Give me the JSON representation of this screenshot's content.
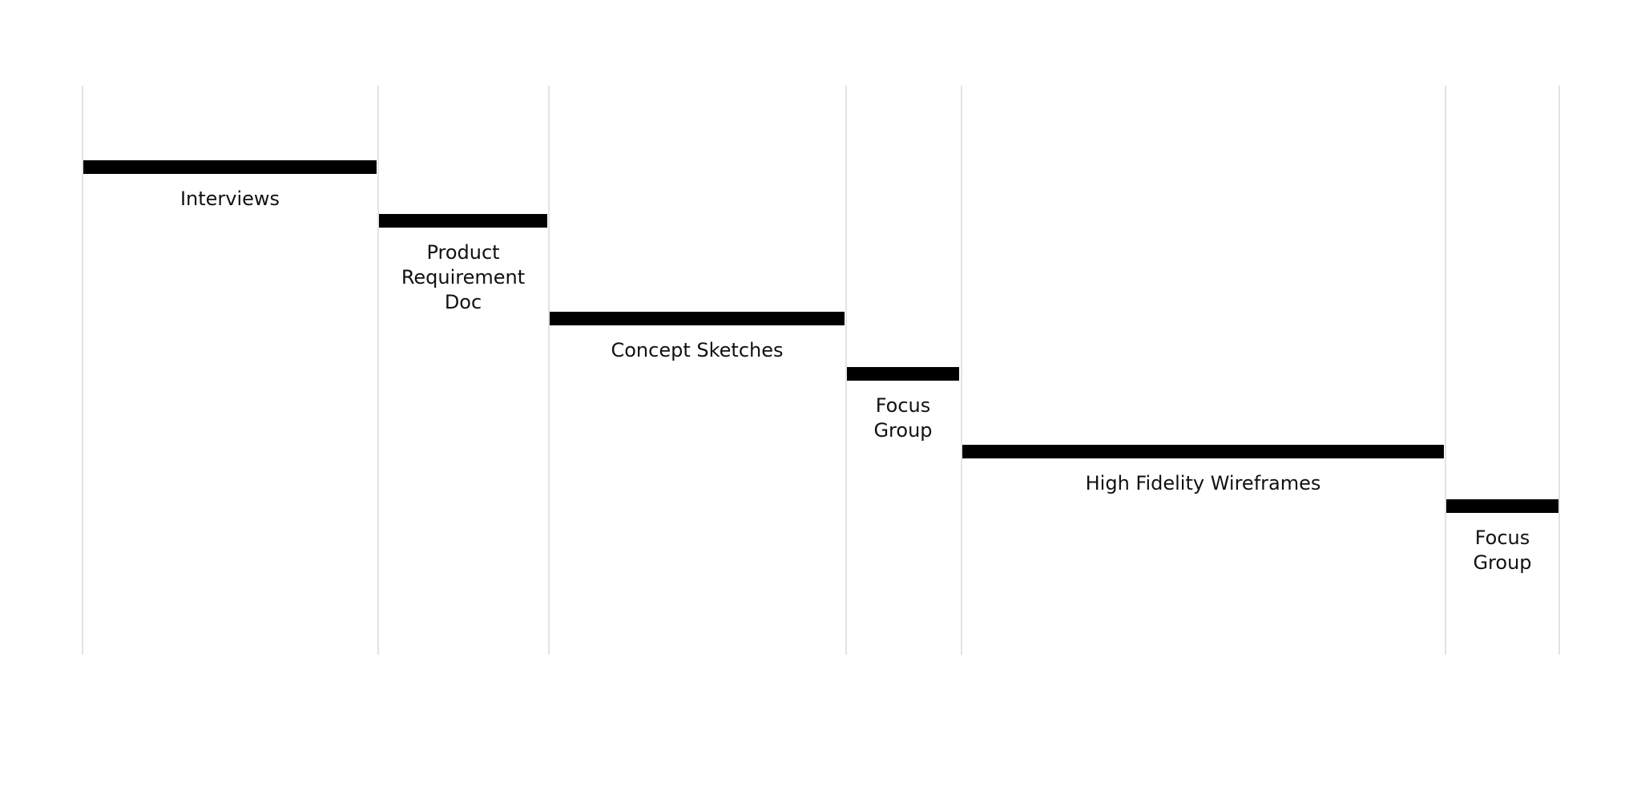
{
  "timeline": {
    "phases": [
      {
        "label": "Interviews",
        "lines": 1
      },
      {
        "label": "Product\nRequirement\nDoc",
        "lines": 3
      },
      {
        "label": "Concept Sketches",
        "lines": 1
      },
      {
        "label": "Focus\nGroup",
        "lines": 2
      },
      {
        "label": "High Fidelity Wireframes",
        "lines": 1
      },
      {
        "label": "Focus\nGroup",
        "lines": 2
      }
    ]
  },
  "colors": {
    "bar": "#000000",
    "gridline": "#e3e3e3",
    "text": "#111111"
  }
}
